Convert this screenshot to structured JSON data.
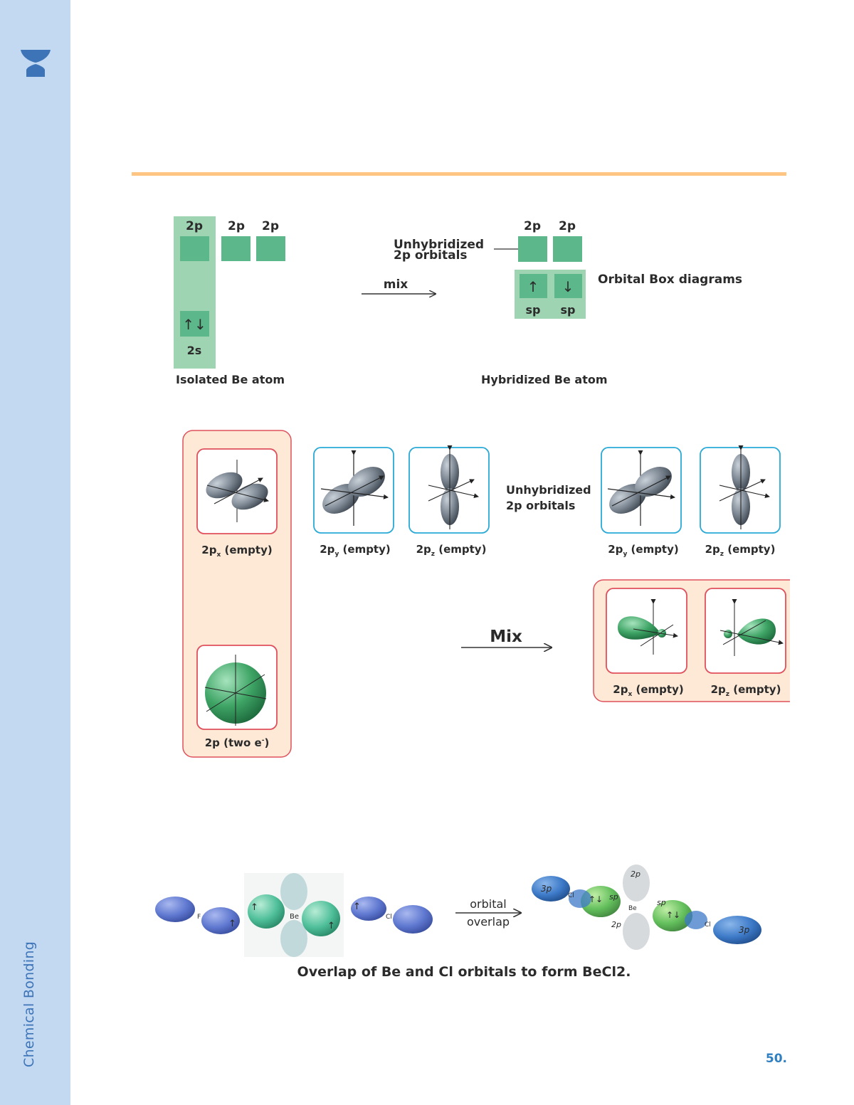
{
  "sidebar": {
    "vertical_text_part1": "Chemical ",
    "vertical_text_part2": "Bonding"
  },
  "page_number": "50.",
  "colors": {
    "sidebar": "#c3d9f2",
    "rule": "#ffc583",
    "orbital_box": "#5cb88a",
    "orbital_group": "#9fd4b3",
    "frame_blue": "#29a9d6",
    "frame_red": "#e0505c",
    "group_bg": "#fde9d6"
  },
  "box_diagram": {
    "isolated": {
      "p_labels": [
        "2p",
        "2p",
        "2p"
      ],
      "s_label": "2s",
      "s_arrows": "↑↓",
      "caption": "Isolated Be atom"
    },
    "mix_label": "mix",
    "hybridized": {
      "p_labels": [
        "2p",
        "2p"
      ],
      "unhybridized_line1": "Unhybridized",
      "unhybridized_line2": "2p orbitals",
      "sp_arrows": [
        "↑",
        "↓"
      ],
      "sp_labels": [
        "sp",
        "sp"
      ],
      "caption": "Hybridized Be atom"
    },
    "side_label": "Orbital Box diagrams"
  },
  "orbital_shapes": {
    "left_group": {
      "px": {
        "main": "2p",
        "sub": "x",
        "rest": " (empty)"
      },
      "s": {
        "main": "2p (two e",
        "sup": "-",
        "rest": ")"
      }
    },
    "before": [
      {
        "main": "2p",
        "sub": "y",
        "rest": " (empty)"
      },
      {
        "main": "2p",
        "sub": "z",
        "rest": " (empty)"
      }
    ],
    "unhybridized_line1": "Unhybridized",
    "unhybridized_line2": "2p orbitals",
    "after": [
      {
        "main": "2p",
        "sub": "y",
        "rest": " (empty)"
      },
      {
        "main": "2p",
        "sub": "z",
        "rest": " (empty)"
      }
    ],
    "mix_label": "Mix",
    "hybrid_group": [
      {
        "main": "2p",
        "sub": "x",
        "rest": " (empty)"
      },
      {
        "main": "2p",
        "sub": "z",
        "rest": " (empty)"
      }
    ]
  },
  "overlap": {
    "atoms": {
      "F": "F",
      "Be": "Be",
      "Cl": "Cl"
    },
    "arrow_line1": "orbital",
    "arrow_line2": "overlap",
    "product_labels": {
      "p3": "3p",
      "sp": "sp",
      "p2": "2p",
      "pair": "↑↓",
      "be": "Be",
      "cl": "Cl"
    },
    "single_arrow": "↑",
    "caption": "Overlap of Be and Cl orbitals to form BeCl2."
  }
}
